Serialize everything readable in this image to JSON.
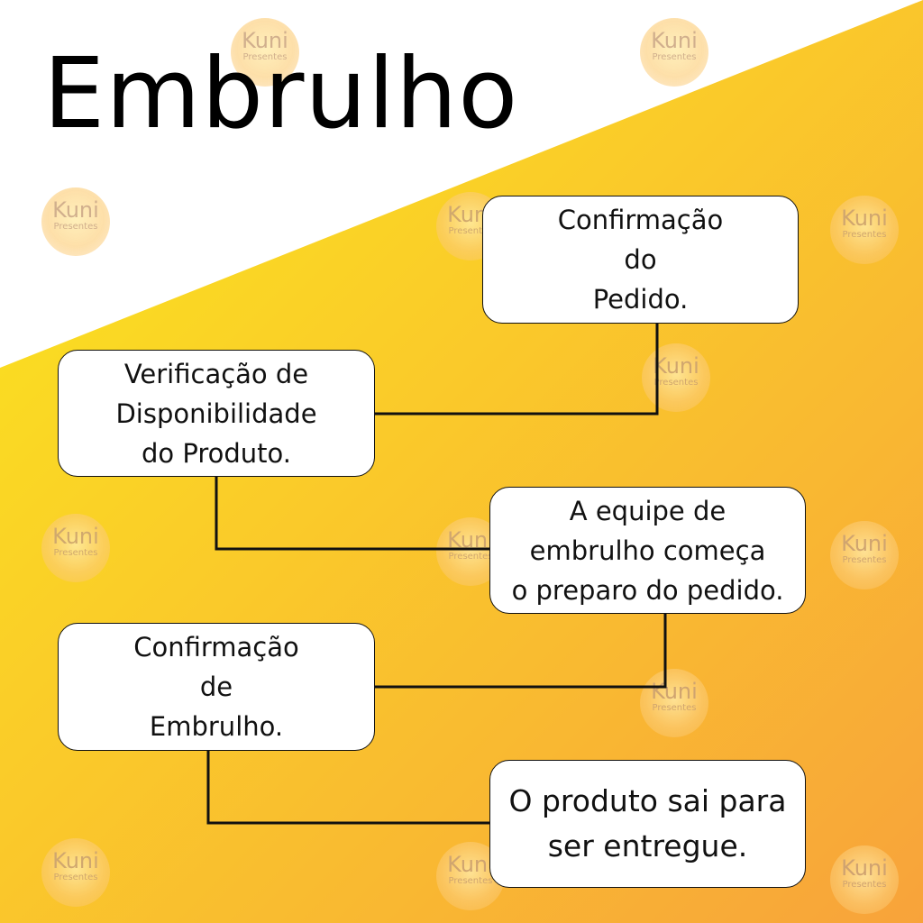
{
  "title": "Embrulho",
  "watermark": {
    "brand": "Kuni",
    "sub": "Presentes"
  },
  "colors": {
    "yellow": "#fbe91c",
    "orange": "#f8a33b",
    "line": "#111111",
    "box": "#ffffff"
  },
  "steps": [
    {
      "text": "Confirmação\ndo\nPedido."
    },
    {
      "text": "Verificação de\nDisponibilidade\ndo Produto."
    },
    {
      "text": "A equipe de\nembrulho começa\no preparo do pedido."
    },
    {
      "text": "Confirmação\nde\nEmbrulho."
    },
    {
      "text": "O produto sai para\nser entregue."
    }
  ]
}
